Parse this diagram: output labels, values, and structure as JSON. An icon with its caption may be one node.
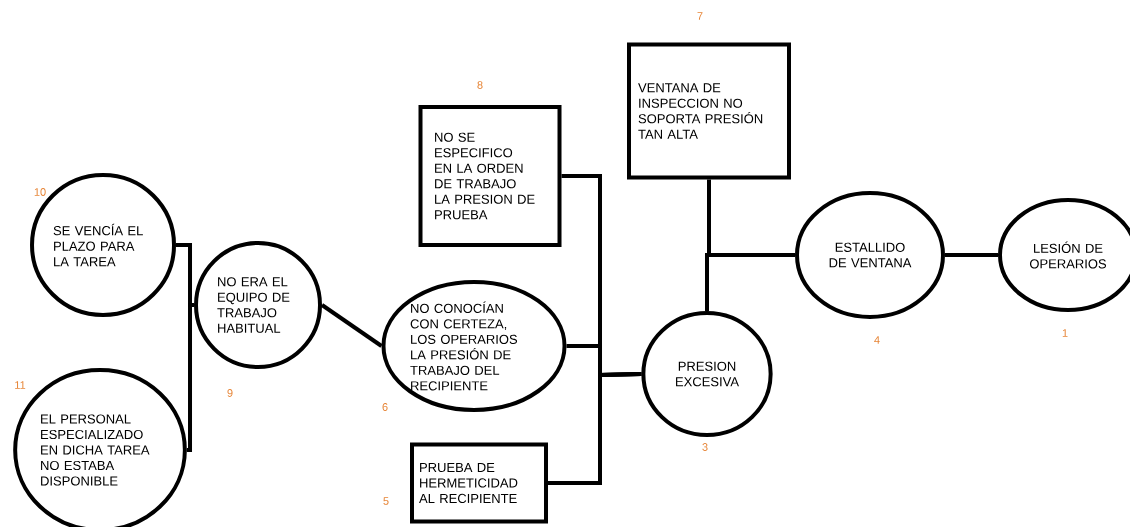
{
  "diagram": {
    "nodes": [
      {
        "text": [
          "LESIÓN DE OPERARIOS"
        ],
        "beside": [
          "1"
        ]
      },
      {
        "text": [
          "ESTALLIDO DE VENTANA"
        ],
        "beside": [
          "4"
        ]
      },
      {
        "text": [
          "VENTANA DE INSPECCION NO SOPORTA PRESIÓN TAN ALTA"
        ],
        "beside": [
          "7"
        ]
      },
      {
        "text": [
          "PRESION EXCESIVA"
        ],
        "beside": [
          "3"
        ]
      },
      {
        "text": [
          "NO SE ESPECIFICO EN LA ORDEN DE TRABAJO LA PRESION DE PRUEBA"
        ],
        "beside": [
          "8"
        ]
      },
      {
        "text": [
          "NO CONOCÍAN CON CERTEZA, LOS OPERARIOS LA PRESIÓN DE TRABAJO DEL RECIPIENTE"
        ],
        "beside": [
          "6"
        ]
      },
      {
        "text": [
          "PRUEBA DE HERMETICIDAD AL RECIPIENTE"
        ],
        "beside": [
          "5"
        ]
      },
      {
        "text": [
          "NO ERA EL EQUIPO DE TRABAJO HABITUAL"
        ],
        "beside": [
          "9"
        ]
      },
      {
        "text": [
          "SE VENCÍA EL PLAZO PARA LA TAREA"
        ],
        "beside": [
          "10"
        ]
      },
      {
        "text": [
          "EL PERSONAL ESPECIALIZADO EN DICHA TAREA NO ESTABA DISPONIBLE"
        ],
        "beside": [
          "11"
        ]
      }
    ],
    "edges": [
      {
        "from": 1,
        "to": 0,
        "arrow": "none"
      },
      {
        "from": 2,
        "to": 1,
        "arrow": "none"
      },
      {
        "from": 3,
        "to": 1,
        "arrow": "none"
      },
      {
        "from": 4,
        "to": 3,
        "arrow": "none"
      },
      {
        "from": 5,
        "to": 3,
        "arrow": "none"
      },
      {
        "from": 6,
        "to": 3,
        "arrow": "none"
      },
      {
        "from": 7,
        "to": 5,
        "arrow": "none"
      },
      {
        "from": 8,
        "to": 7,
        "arrow": "none"
      },
      {
        "from": 9,
        "to": 7,
        "arrow": "none"
      }
    ]
  }
}
